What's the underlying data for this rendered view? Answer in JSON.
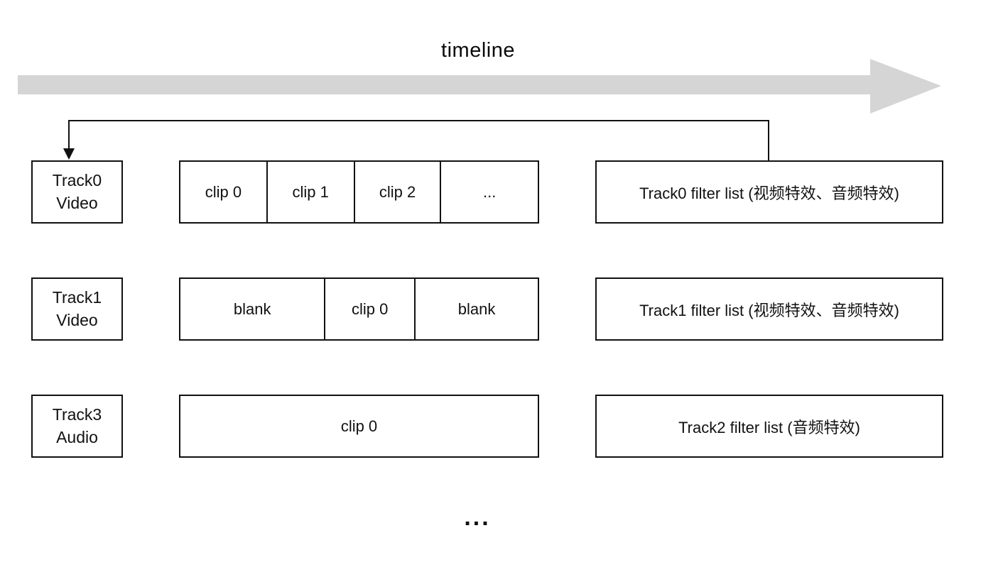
{
  "title": "timeline",
  "colors": {
    "timeline_arrow": "#d5d5d5",
    "line": "#111111",
    "background": "#ffffff"
  },
  "icons": {
    "timeline_arrow": "right-arrow",
    "connector": "down-arrow-connector"
  },
  "rows": [
    {
      "track": "Track0\nVideo",
      "cells": [
        "clip 0",
        "clip 1",
        "clip 2",
        "..."
      ],
      "filter": "Track0 filter list (视频特效、音频特效)"
    },
    {
      "track": "Track1\nVideo",
      "cells": [
        "blank",
        "clip 0",
        "blank"
      ],
      "filter": "Track1 filter list (视频特效、音频特效)"
    },
    {
      "track": "Track3\nAudio",
      "cells": [
        "clip 0"
      ],
      "filter": "Track2 filter list (音频特效)"
    }
  ],
  "ellipsis": "..."
}
